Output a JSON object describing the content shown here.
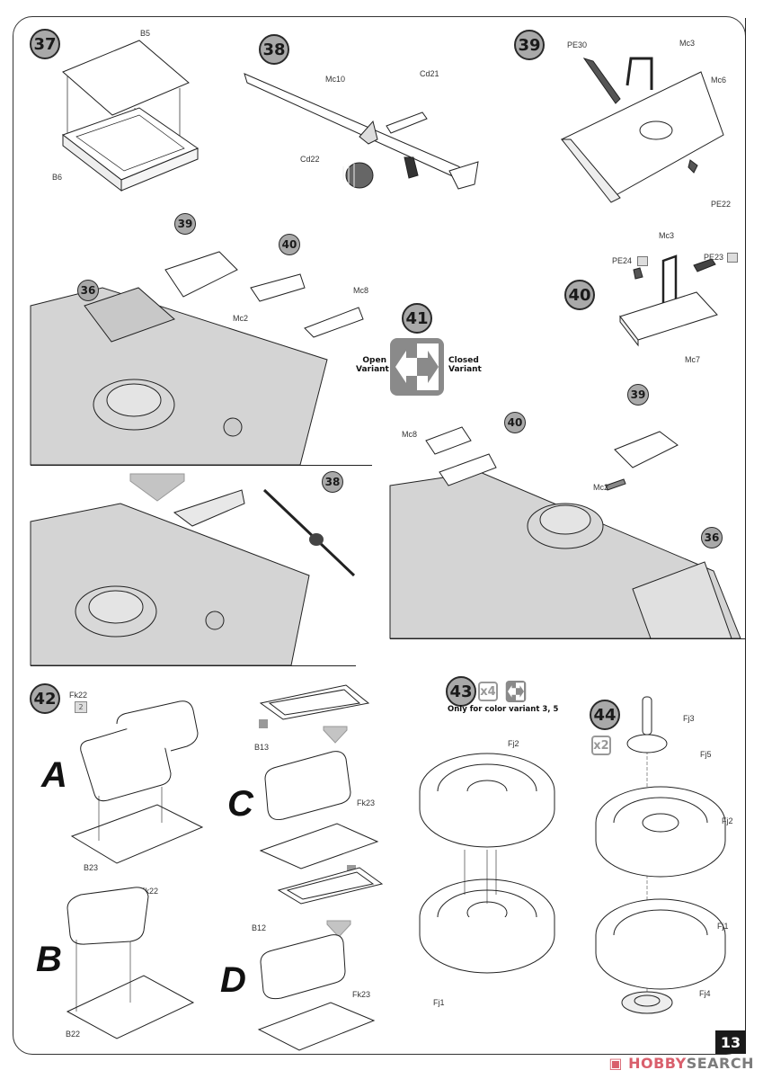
{
  "page": {
    "page_number": "13",
    "watermark": {
      "brand_a": "HOBBY",
      "brand_b": "SEARCH",
      "icon": "hobby-search-logo-icon"
    },
    "colors": {
      "badge_fill": "#a9a9a9",
      "hull_gray": "#d4d4d4",
      "watermark_red": "#d9606d",
      "watermark_gray": "#7c7c7c",
      "page_num_bg": "#1a1a1a"
    }
  },
  "steps": {
    "s37": {
      "number": "37",
      "parts": {
        "lid": "B5",
        "box": "B6"
      }
    },
    "s38": {
      "number": "38",
      "parts": {
        "barrel": "Mc10",
        "top": "Cd21",
        "drum": "Cd22"
      }
    },
    "s39": {
      "number": "39",
      "parts": {
        "plate": "PE30",
        "handle": "Mc3",
        "base": "Mc6",
        "spring": "PE22"
      }
    },
    "s40": {
      "number": "40",
      "parts": {
        "pe_left": "PE24",
        "handle": "Mc3",
        "pe_right": "PE23",
        "base": "Mc7"
      }
    },
    "s41": {
      "number": "41",
      "open_label_1": "Open",
      "open_label_2": "Variant",
      "closed_label_1": "Closed",
      "closed_label_2": "Variant",
      "icon": "open-closed-variant-icon",
      "left": {
        "ref_39": "39",
        "ref_40": "40",
        "ref_36": "36",
        "mc2": "Mc2",
        "mc8": "Mc8"
      },
      "result": {
        "ref_38": "38"
      },
      "right": {
        "ref_39": "39",
        "ref_40": "40",
        "ref_36": "36",
        "mc2": "Mc2",
        "mc8": "Mc8"
      }
    },
    "s42": {
      "number": "42",
      "variants": [
        {
          "letter": "A",
          "top": "Fk22",
          "qty": "2",
          "base": "B23"
        },
        {
          "letter": "B",
          "top": "Fk22",
          "base": "B22"
        },
        {
          "letter": "C",
          "top": "B13",
          "base": "Fk23"
        },
        {
          "letter": "D",
          "top": "B12",
          "base": "Fk23"
        }
      ]
    },
    "s43": {
      "number": "43",
      "multiplier": "x4",
      "note": "Only for color variant 3, 5",
      "parts": {
        "outer": "Fj2",
        "inner": "Fj1"
      }
    },
    "s44": {
      "number": "44",
      "multiplier": "x2",
      "parts": {
        "pin": "Fj3",
        "washer": "Fj5",
        "outer": "Fj2",
        "inner": "Fj1",
        "hub": "Fj4"
      }
    }
  }
}
